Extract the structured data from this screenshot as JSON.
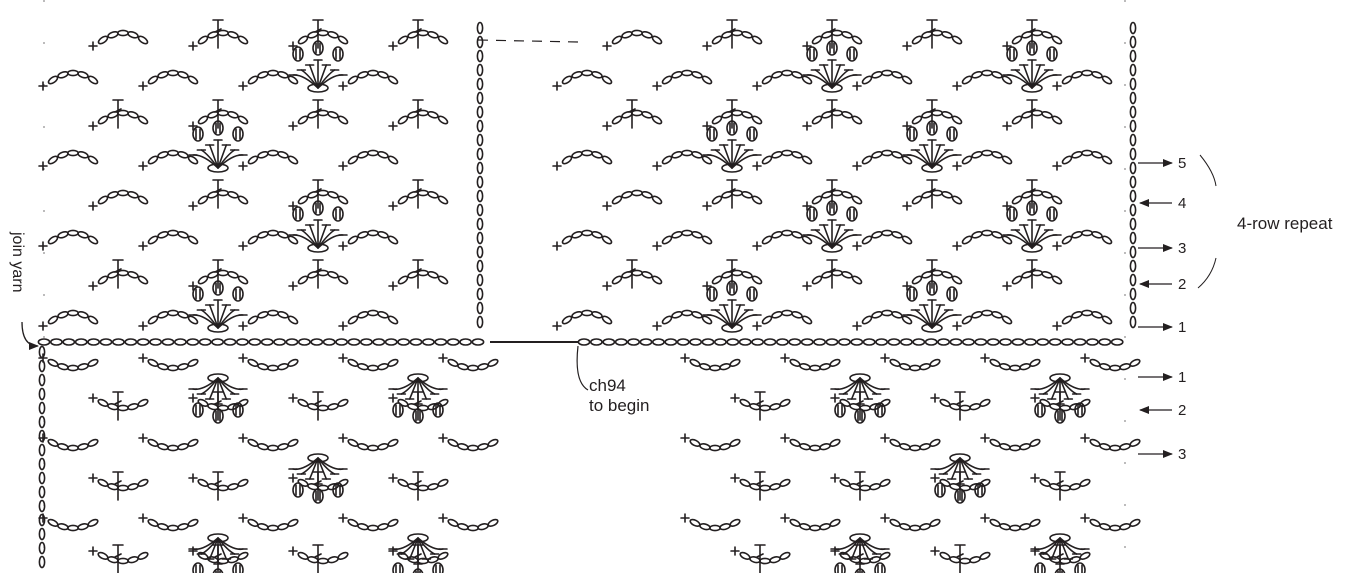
{
  "diagram": {
    "ink_color": "#231f20",
    "background_color": "#ffffff",
    "symbols": [
      "chain",
      "slip-stitch",
      "single-crochet",
      "double-crochet",
      "treble-crochet",
      "bobble",
      "fan",
      "arrow"
    ],
    "labels": {
      "repeat": "4-row repeat",
      "join": "join yarn",
      "begin_line1": "ch94",
      "begin_line2": "to begin"
    },
    "top_rows": [
      "5",
      "4",
      "3",
      "2",
      "1"
    ],
    "bottom_rows": [
      "1",
      "2",
      "3"
    ]
  }
}
